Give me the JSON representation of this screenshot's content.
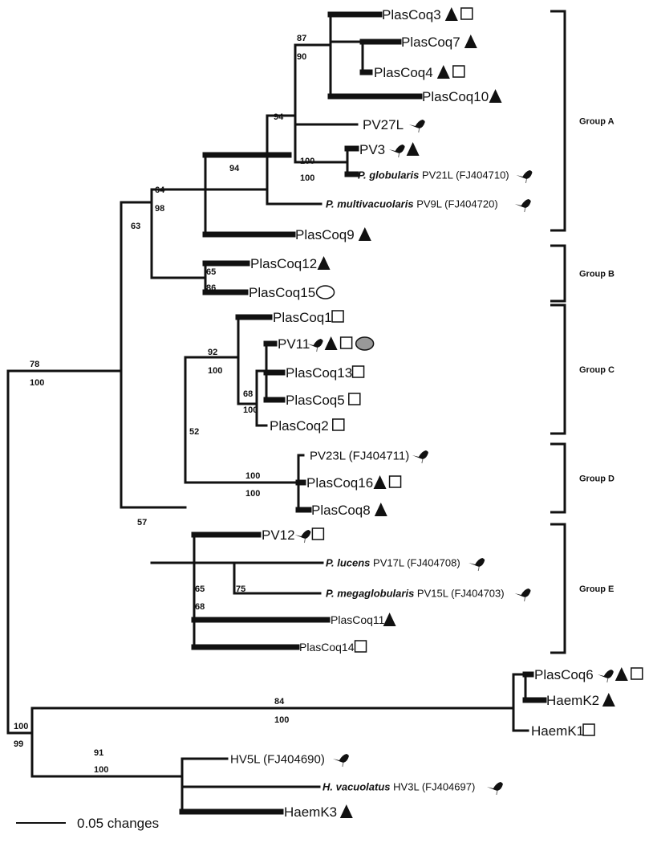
{
  "figure": {
    "scale_bar": {
      "label": "0.05 changes"
    },
    "groups": [
      "Group A",
      "Group B",
      "Group C",
      "Group D",
      "Group E"
    ],
    "taxa": [
      {
        "id": "t1",
        "name": "PlasCoq3",
        "markers": [
          "triangle",
          "square"
        ]
      },
      {
        "id": "t2",
        "name": "PlasCoq7",
        "markers": [
          "triangle"
        ]
      },
      {
        "id": "t3",
        "name": "PlasCoq4",
        "markers": [
          "triangle",
          "square"
        ]
      },
      {
        "id": "t4",
        "name": "PlasCoq10",
        "markers": [
          "triangle"
        ]
      },
      {
        "id": "t5",
        "name": "PV27L",
        "markers": [
          "bird"
        ]
      },
      {
        "id": "t6",
        "name": "PV3",
        "markers": [
          "bird",
          "triangle"
        ]
      },
      {
        "id": "t7",
        "species": "P. globularis",
        "name": "PV21L",
        "accession": "(FJ404710)",
        "markers": [
          "bird"
        ]
      },
      {
        "id": "t8",
        "species": "P. multivacuolaris",
        "name": "PV9L",
        "accession": "(FJ404720)",
        "markers": [
          "bird"
        ]
      },
      {
        "id": "t9",
        "name": "PlasCoq9",
        "markers": [
          "triangle"
        ]
      },
      {
        "id": "t10",
        "name": "PlasCoq12",
        "markers": [
          "triangle"
        ]
      },
      {
        "id": "t11",
        "name": "PlasCoq15",
        "markers": [
          "circle-open"
        ]
      },
      {
        "id": "t12",
        "name": "PlasCoq1",
        "markers": [
          "square"
        ]
      },
      {
        "id": "t13",
        "name": "PV11",
        "markers": [
          "bird",
          "triangle",
          "square",
          "circle-grey"
        ]
      },
      {
        "id": "t14",
        "name": "PlasCoq13",
        "markers": [
          "square"
        ]
      },
      {
        "id": "t15",
        "name": "PlasCoq5",
        "markers": [
          "square"
        ]
      },
      {
        "id": "t16",
        "name": "PlasCoq2",
        "markers": [
          "square"
        ]
      },
      {
        "id": "t17",
        "name": "PV23L",
        "accession": "(FJ404711)",
        "markers": [
          "bird"
        ]
      },
      {
        "id": "t18",
        "name": "PlasCoq16",
        "markers": [
          "triangle",
          "square"
        ]
      },
      {
        "id": "t19",
        "name": "PlasCoq8",
        "markers": [
          "triangle"
        ]
      },
      {
        "id": "t20",
        "name": "PV12",
        "markers": [
          "bird",
          "square"
        ]
      },
      {
        "id": "t21",
        "species": "P. lucens",
        "name": "PV17L",
        "accession": "(FJ404708)",
        "markers": [
          "bird"
        ]
      },
      {
        "id": "t22",
        "species": "P. megaglobularis",
        "name": "PV15L",
        "accession": "(FJ404703)",
        "markers": [
          "bird"
        ]
      },
      {
        "id": "t23",
        "name": "PlasCoq11",
        "markers": [
          "triangle"
        ]
      },
      {
        "id": "t24",
        "name": "PlasCoq14",
        "markers": [
          "square"
        ]
      },
      {
        "id": "t25",
        "name": "PlasCoq6",
        "markers": [
          "bird",
          "triangle",
          "square"
        ]
      },
      {
        "id": "t26",
        "name": "HaemK2",
        "markers": [
          "triangle"
        ]
      },
      {
        "id": "t27",
        "name": "HaemK1",
        "markers": [
          "square"
        ]
      },
      {
        "id": "t28",
        "name": "HV5L",
        "accession": "(FJ404690)",
        "markers": [
          "bird"
        ]
      },
      {
        "id": "t29",
        "species": "H. vacuolatus",
        "name": "HV3L",
        "accession": "(FJ404697)",
        "markers": [
          "bird"
        ]
      },
      {
        "id": "t30",
        "name": "HaemK3",
        "markers": [
          "triangle"
        ]
      }
    ],
    "support_values": [
      {
        "id": "s1",
        "above": "87",
        "below": "90"
      },
      {
        "id": "s2",
        "above": "94"
      },
      {
        "id": "s3",
        "above": "100",
        "below": "100"
      },
      {
        "id": "s4",
        "above": "94"
      },
      {
        "id": "s5",
        "above": "64",
        "below": "98"
      },
      {
        "id": "s6",
        "above": "63"
      },
      {
        "id": "s7",
        "above": "65",
        "below": "86"
      },
      {
        "id": "s8",
        "above": "92",
        "below": "100"
      },
      {
        "id": "s9",
        "above": "68",
        "below": "100"
      },
      {
        "id": "s10",
        "above": "52"
      },
      {
        "id": "s11",
        "above": "100",
        "below": "100"
      },
      {
        "id": "s12",
        "above": "75"
      },
      {
        "id": "s13",
        "above": "65",
        "below": "68"
      },
      {
        "id": "s14",
        "below": "57"
      },
      {
        "id": "s15",
        "above": "78",
        "below": "100"
      },
      {
        "id": "s16",
        "above": "84",
        "below": "100"
      },
      {
        "id": "s17",
        "above": "91",
        "below": "100"
      },
      {
        "id": "s18",
        "above": "100",
        "below": "99"
      }
    ]
  }
}
